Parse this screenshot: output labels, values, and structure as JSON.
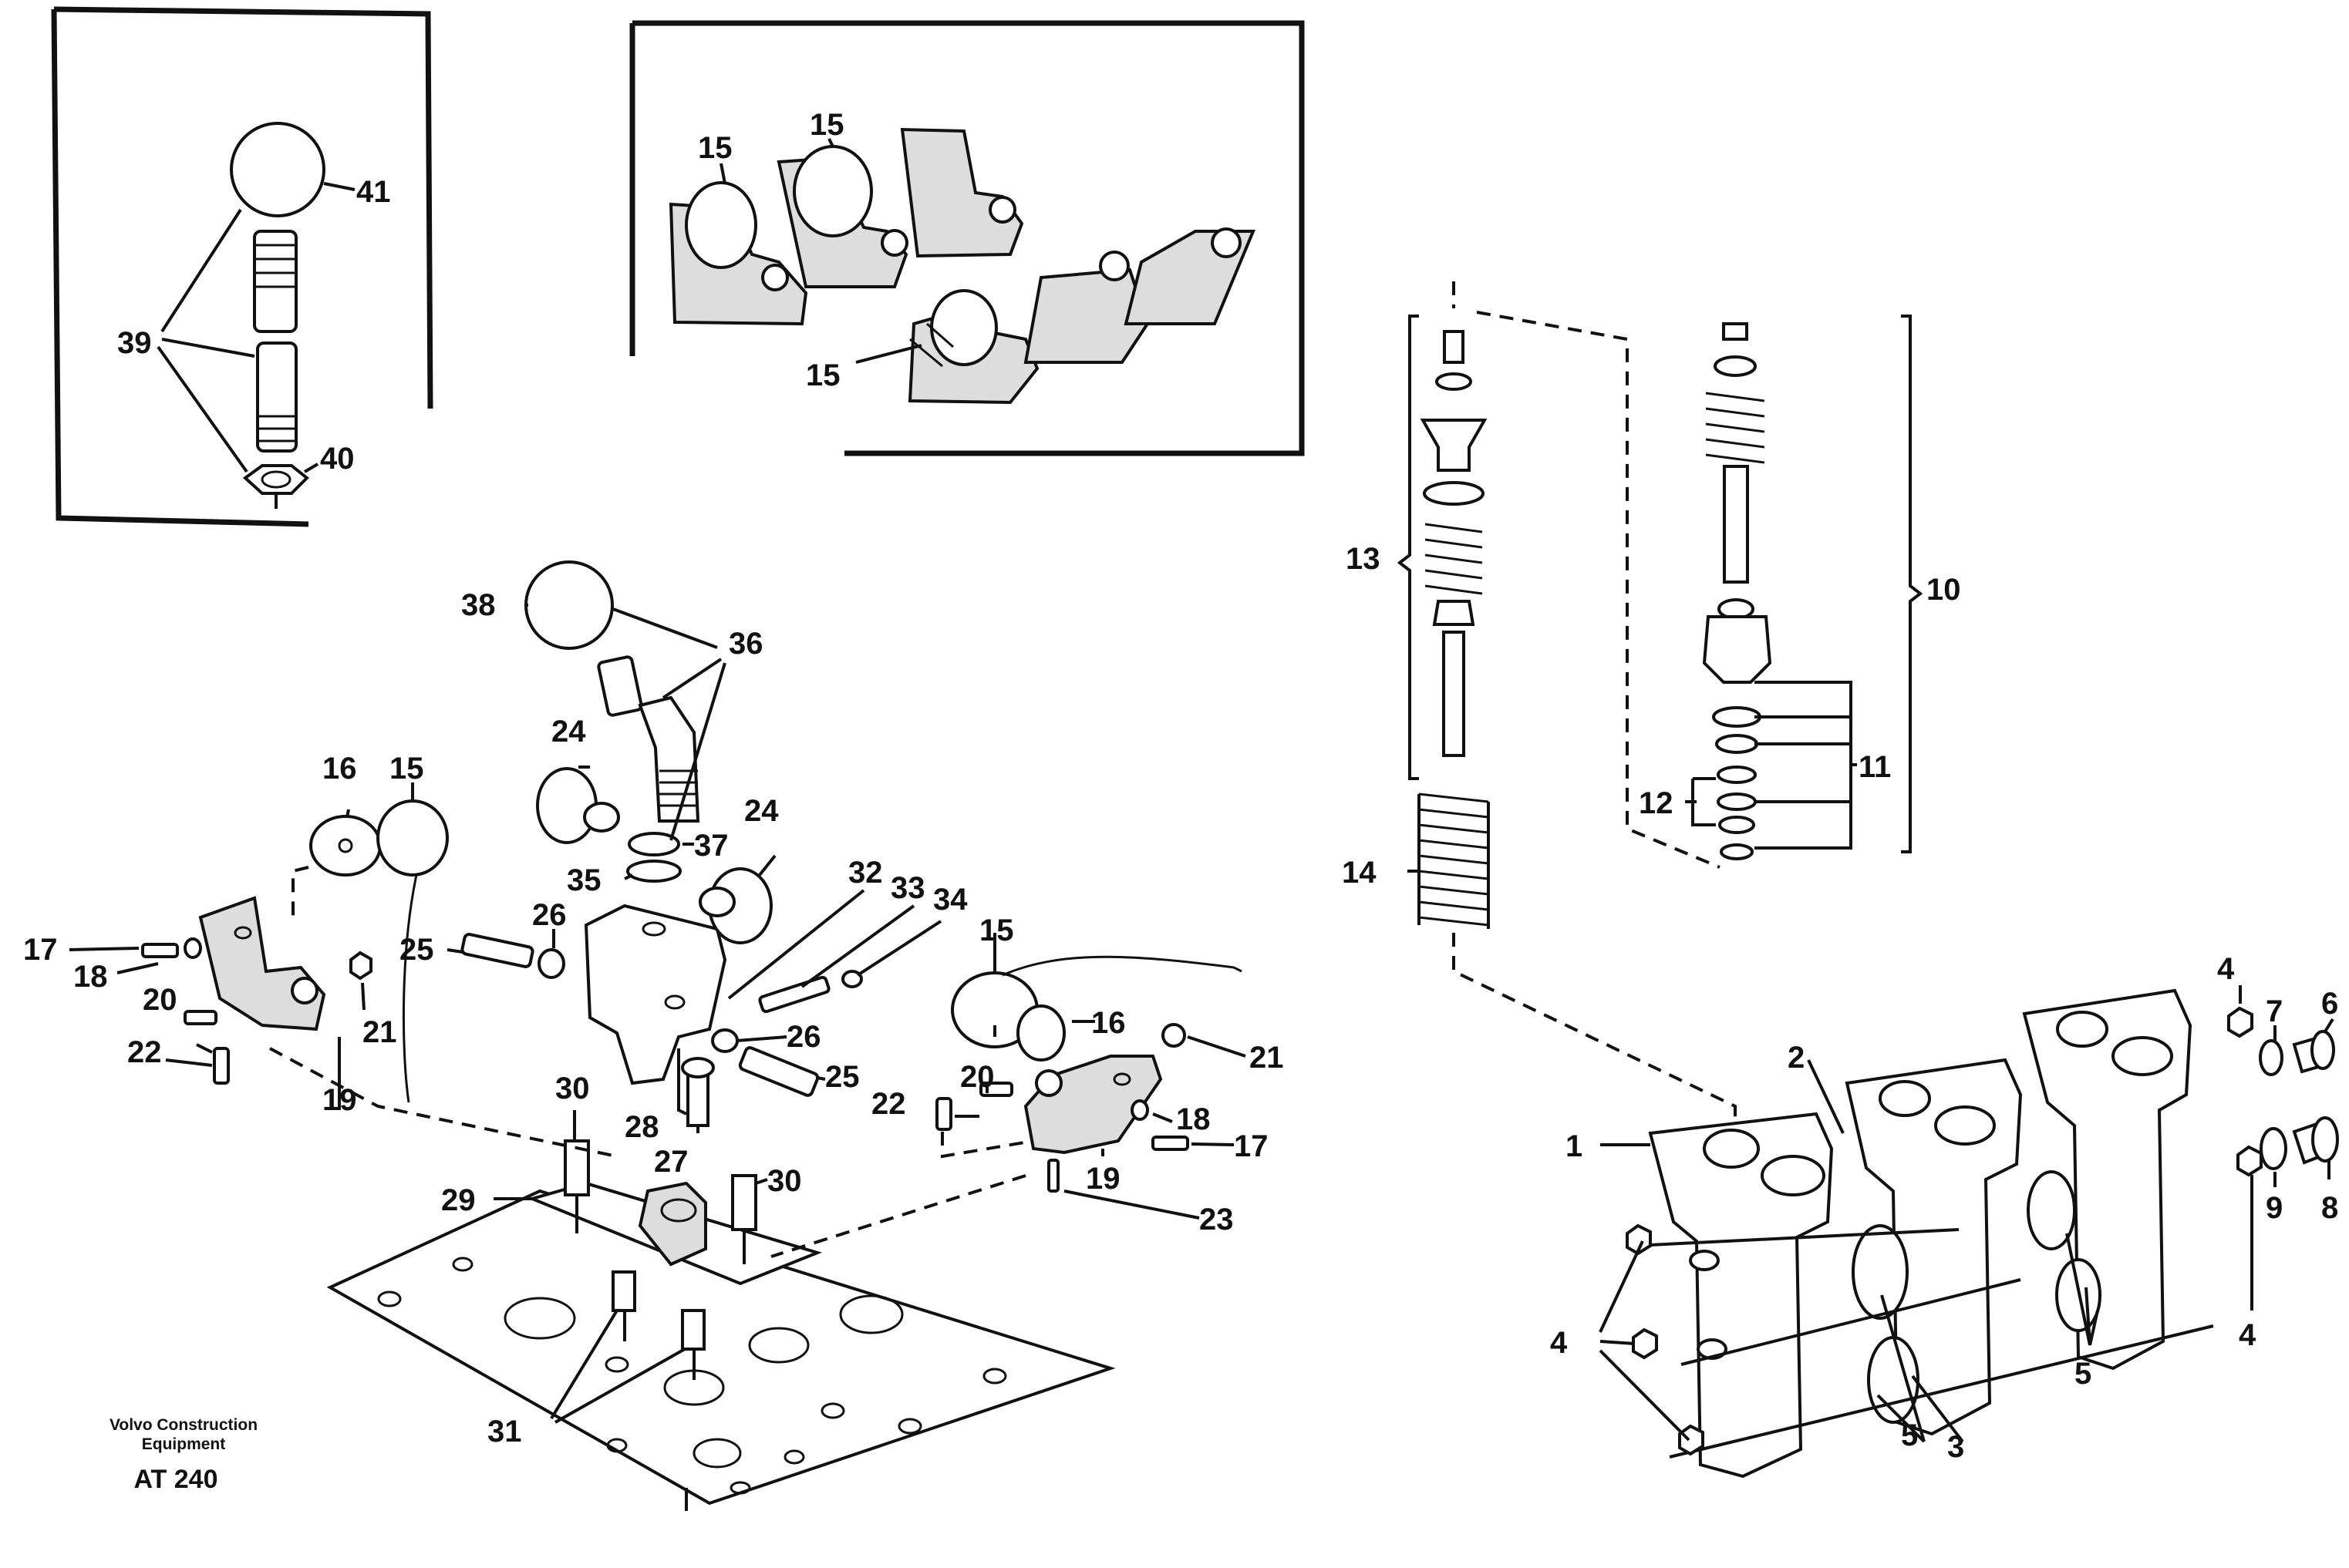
{
  "drawing": {
    "publisher_line1": "Volvo Construction",
    "publisher_line2": "Equipment",
    "reference": "AT 240"
  },
  "callouts": {
    "c1": "1",
    "c2": "2",
    "c3": "3",
    "c4a": "4",
    "c4b": "4",
    "c4c": "4",
    "c5a": "5",
    "c5b": "5",
    "c6": "6",
    "c7": "7",
    "c8": "8",
    "c9": "9",
    "c10": "10",
    "c11": "11",
    "c12": "12",
    "c13": "13",
    "c14": "14",
    "c15a": "15",
    "c15b": "15",
    "c15c": "15",
    "c15d": "15",
    "c15e": "15",
    "c16a": "16",
    "c16b": "16",
    "c17a": "17",
    "c17b": "17",
    "c18a": "18",
    "c18b": "18",
    "c19a": "19",
    "c19b": "19",
    "c20a": "20",
    "c20b": "20",
    "c21a": "21",
    "c21b": "21",
    "c22a": "22",
    "c22b": "22",
    "c23": "23",
    "c24a": "24",
    "c24b": "24",
    "c25a": "25",
    "c25b": "25",
    "c26a": "26",
    "c26b": "26",
    "c27": "27",
    "c28": "28",
    "c29": "29",
    "c30a": "30",
    "c30b": "30",
    "c31": "31",
    "c32": "32",
    "c33": "33",
    "c34": "34",
    "c35": "35",
    "c36": "36",
    "c37": "37",
    "c38": "38",
    "c39": "39",
    "c40": "40",
    "c41": "41"
  }
}
